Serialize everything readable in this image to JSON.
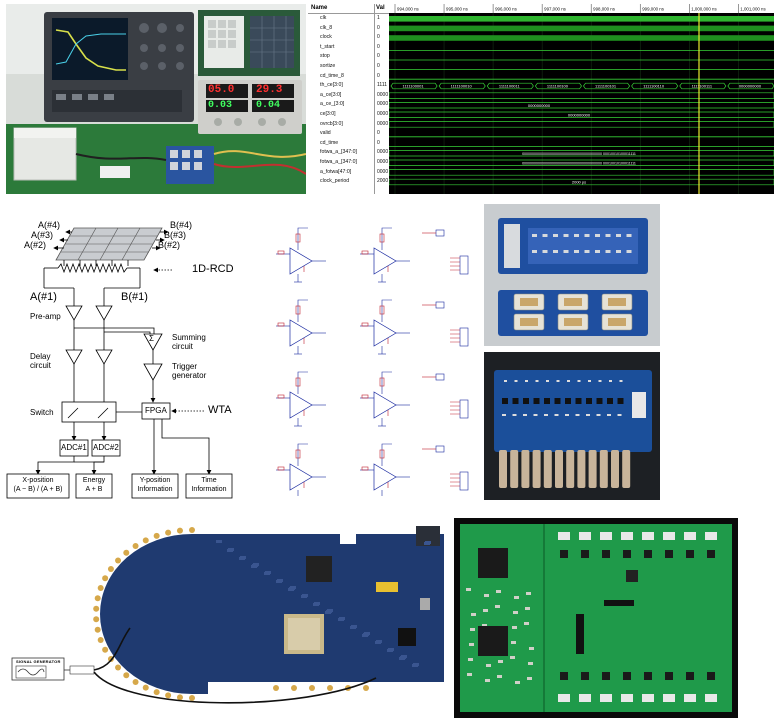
{
  "scope": {
    "psu_display_left": "05.0",
    "psu_display_right": "29.3",
    "psu_display_left_lower": "0.03",
    "psu_display_right_lower": "0.04"
  },
  "waveform": {
    "header_name": "Name",
    "header_value": "Val",
    "time_ticks": [
      "994,000 ns",
      "995,000 ns",
      "996,000 ns",
      "997,000 ns",
      "998,000 ns",
      "999,000 ns",
      "1,000,000 ns",
      "1,001,000 ns"
    ],
    "signals": [
      {
        "name": "clk",
        "value": "1"
      },
      {
        "name": "clk_8",
        "value": "0"
      },
      {
        "name": "clock",
        "value": "0"
      },
      {
        "name": "t_start",
        "value": "0"
      },
      {
        "name": "stop",
        "value": "0"
      },
      {
        "name": "sortize",
        "value": "0"
      },
      {
        "name": "cd_time_8",
        "value": "0"
      },
      {
        "name": "th_ce[3:0]",
        "value": "1111"
      },
      {
        "name": "a_ce[3:0]",
        "value": "0000"
      },
      {
        "name": "a_ce_[3:0]",
        "value": "0000"
      },
      {
        "name": "ce[3:0]",
        "value": "0000"
      },
      {
        "name": "ovrcb[3:0]",
        "value": "0000"
      },
      {
        "name": "valid",
        "value": "0"
      },
      {
        "name": "cd_time",
        "value": "0"
      },
      {
        "name": "fotwa_a_[347:0]",
        "value": "0000"
      },
      {
        "name": "fotwa_a_[347:0]",
        "value": "0000"
      },
      {
        "name": "a_fotwa[47:0]",
        "value": "0000"
      },
      {
        "name": "clock_period",
        "value": "2000"
      }
    ],
    "bus_values": [
      "1111100001",
      "1111100010",
      "1111100011",
      "1111100100",
      "1111100101",
      "1111100110",
      "1111100111",
      "0000000000"
    ],
    "zero_value": "0000000000",
    "bus_long": "0000000000000000000000000000000000000000 00010010100011111",
    "period_text": "2000 ps"
  },
  "block_diagram": {
    "labels": {
      "a4": "A(#4)",
      "a3": "A(#3)",
      "a2": "A(#2)",
      "b4": "B(#4)",
      "b3": "B(#3)",
      "b2": "B(#2)",
      "rcd": "1D-RCD",
      "a1": "A(#1)",
      "b1": "B(#1)",
      "preamp": "Pre-amp",
      "summing": "Summing\ncircuit",
      "sigma": "Σ",
      "delay": "Delay\ncircuit",
      "trigger": "Trigger\ngenerator",
      "switch": "Switch",
      "fpga": "FPGA",
      "wta": "WTA",
      "adc1": "ADC#1",
      "adc2": "ADC#2",
      "xpos": "X-position\n(A − B) / (A + B)",
      "energy": "Energy\nA + B",
      "ypos": "Y-position\nInformation",
      "time": "Time\nInformation"
    }
  },
  "schematic": {
    "note": ""
  },
  "eval_board": {
    "generator_label": "SIGNAL GENERATOR"
  }
}
